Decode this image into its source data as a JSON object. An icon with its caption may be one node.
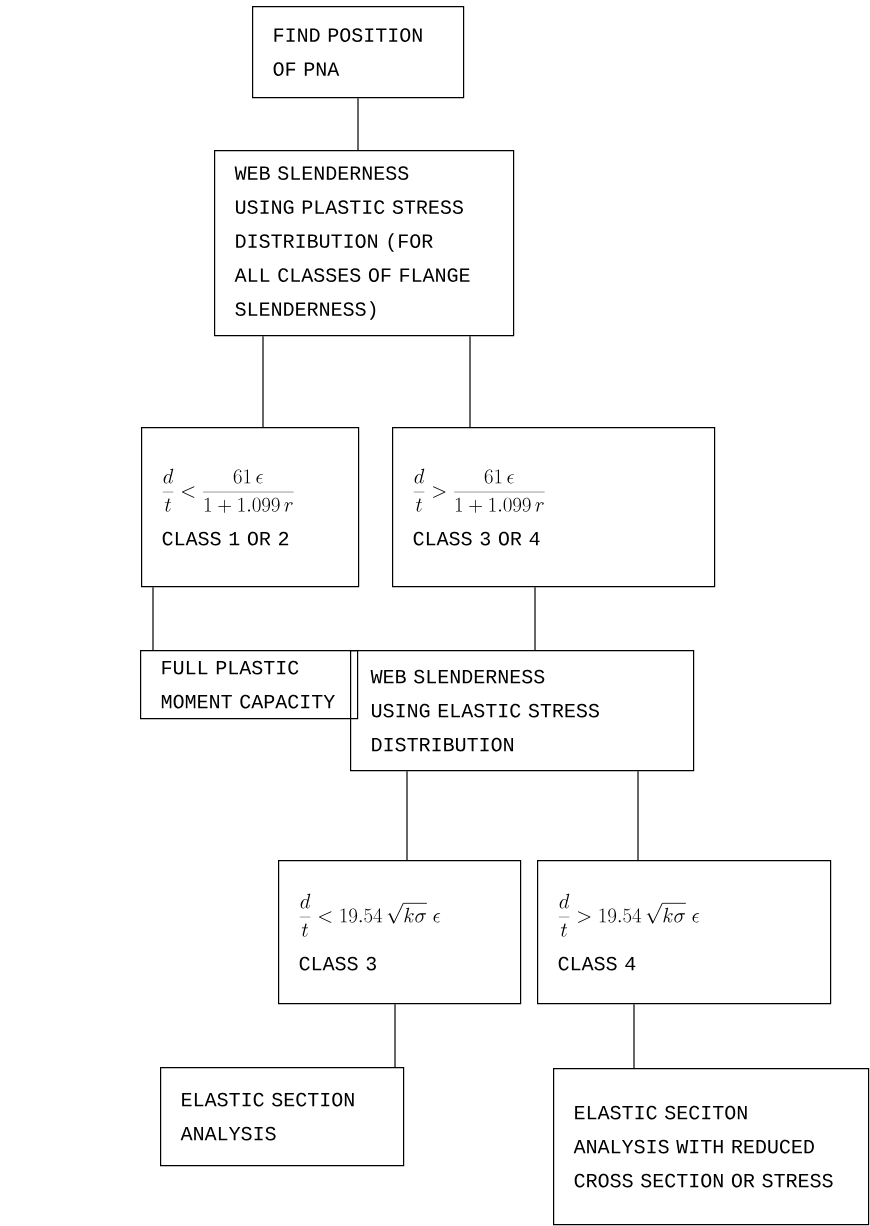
{
  "diagram": {
    "nodes": [
      {
        "text": [
          "FIND POSITION OF PNA"
        ]
      },
      {
        "text": [
          "WEB SLENDERNESS USING PLASTIC STRESS DISTRIBUTION (FOR ALL CLASSES OF FLANGE SLENDERNESS)"
        ]
      },
      {
        "text": [
          "\\frac{d}{t} < \\frac{61\\,\\epsilon}{1 + 1.099\\,r}",
          "CLASS 1 OR 2"
        ]
      },
      {
        "text": [
          "\\frac{d}{t} > \\frac{61\\,\\epsilon}{1 + 1.099\\,r}",
          "CLASS 3 OR 4"
        ]
      },
      {
        "text": [
          "FULL PLASTIC MOMENT CAPACITY"
        ]
      },
      {
        "text": [
          "WEB SLENDERNESS USING ELASTIC STRESS DISTRIBUTION"
        ]
      },
      {
        "text": [
          "\\frac{d}{t} < 19.54\\,\\sqrt{k\\sigma}\\;\\epsilon",
          "CLASS 3"
        ]
      },
      {
        "text": [
          "\\frac{d}{t} > 19.54\\,\\sqrt{k\\sigma}\\;\\epsilon",
          "CLASS 4"
        ]
      },
      {
        "text": [
          "ELASTIC SECTION ANALYSIS"
        ]
      },
      {
        "text": [
          "ELASTIC SECITON ANALYSIS WITH REDUCED CROSS SECTION OR STRESS"
        ]
      }
    ],
    "edges": [
      {
        "from": 0,
        "to": 1,
        "arrow": "none"
      },
      {
        "from": 1,
        "to": 2,
        "arrow": "none"
      },
      {
        "from": 1,
        "to": 3,
        "arrow": "none"
      },
      {
        "from": 2,
        "to": 4,
        "arrow": "none"
      },
      {
        "from": 3,
        "to": 5,
        "arrow": "none"
      },
      {
        "from": 5,
        "to": 6,
        "arrow": "none"
      },
      {
        "from": 5,
        "to": 7,
        "arrow": "none"
      },
      {
        "from": 6,
        "to": 8,
        "arrow": "none"
      },
      {
        "from": 7,
        "to": 9,
        "arrow": "none"
      }
    ]
  }
}
